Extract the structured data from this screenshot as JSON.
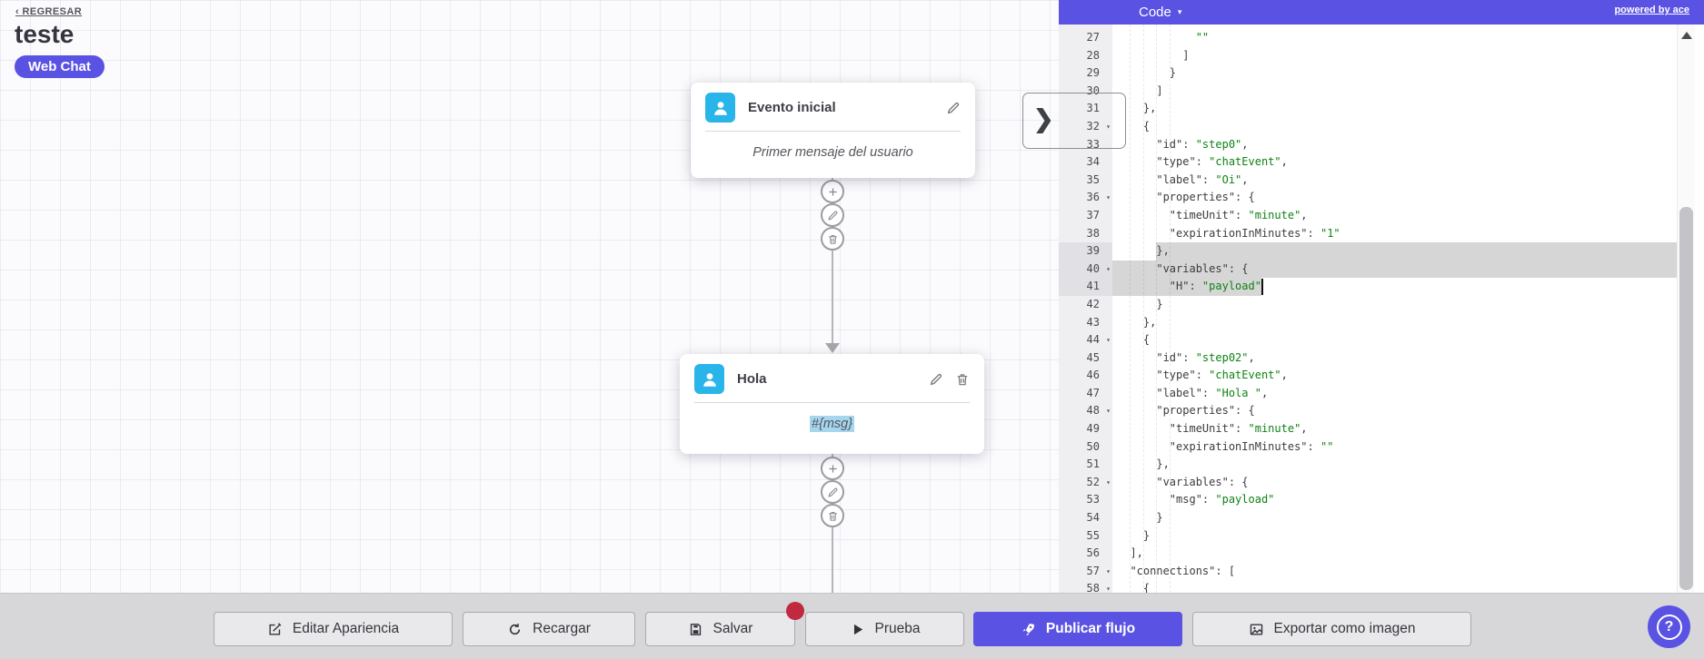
{
  "colors": {
    "accent": "#5a52e2",
    "node_icon_blue": "#29b5ea",
    "code_string_green": "#0f8214",
    "selection_gray": "#d6d6d6",
    "unsaved_dot_red": "#c12940",
    "msg_highlight_blue": "#a5d6ee"
  },
  "icons": {
    "collapse_chevron": "❯",
    "mode_caret": "▾",
    "fold_caret": "▾",
    "help_glyph": "?"
  },
  "page": {
    "back_link": "‹ REGRESAR",
    "flow_title": "teste",
    "channel_badge": "Web Chat"
  },
  "nodes": [
    {
      "title": "Evento inicial",
      "body": "Primer mensaje del usuario"
    },
    {
      "title": "Hola",
      "body": "#{msg}"
    }
  ],
  "code_panel": {
    "mode_label": "Code",
    "powered_by": "powered by ace",
    "lines": [
      {
        "n": 27,
        "fold": false,
        "hl": false,
        "parts": [
          [
            "t",
            "            "
          ],
          [
            "s",
            "\"\""
          ]
        ]
      },
      {
        "n": 28,
        "fold": false,
        "hl": false,
        "parts": [
          [
            "t",
            "          ]"
          ]
        ]
      },
      {
        "n": 29,
        "fold": false,
        "hl": false,
        "parts": [
          [
            "t",
            "        }"
          ]
        ]
      },
      {
        "n": 30,
        "fold": false,
        "hl": false,
        "parts": [
          [
            "t",
            "      ]"
          ]
        ]
      },
      {
        "n": 31,
        "fold": false,
        "hl": false,
        "parts": [
          [
            "t",
            "    },"
          ]
        ]
      },
      {
        "n": 32,
        "fold": true,
        "hl": false,
        "parts": [
          [
            "t",
            "    {"
          ]
        ]
      },
      {
        "n": 33,
        "fold": false,
        "hl": false,
        "parts": [
          [
            "t",
            "      \"id\": "
          ],
          [
            "s",
            "\"step0\""
          ],
          [
            "t",
            ","
          ]
        ]
      },
      {
        "n": 34,
        "fold": false,
        "hl": false,
        "parts": [
          [
            "t",
            "      \"type\": "
          ],
          [
            "s",
            "\"chatEvent\""
          ],
          [
            "t",
            ","
          ]
        ]
      },
      {
        "n": 35,
        "fold": false,
        "hl": false,
        "parts": [
          [
            "t",
            "      \"label\": "
          ],
          [
            "s",
            "\"Oi\""
          ],
          [
            "t",
            ","
          ]
        ]
      },
      {
        "n": 36,
        "fold": true,
        "hl": false,
        "parts": [
          [
            "t",
            "      \"properties\": {"
          ]
        ]
      },
      {
        "n": 37,
        "fold": false,
        "hl": false,
        "parts": [
          [
            "t",
            "        \"timeUnit\": "
          ],
          [
            "s",
            "\"minute\""
          ],
          [
            "t",
            ","
          ]
        ]
      },
      {
        "n": 38,
        "fold": false,
        "hl": false,
        "parts": [
          [
            "t",
            "        \"expirationInMinutes\": "
          ],
          [
            "s",
            "\"1\""
          ]
        ]
      },
      {
        "n": 39,
        "fold": false,
        "hl": true,
        "parts": [
          [
            "t",
            "      },"
          ]
        ]
      },
      {
        "n": 40,
        "fold": true,
        "hl": true,
        "parts": [
          [
            "t",
            "      \"variables\": {"
          ]
        ]
      },
      {
        "n": 41,
        "fold": false,
        "hl": true,
        "parts": [
          [
            "t",
            "        \"H\": "
          ],
          [
            "s",
            "\"payload\""
          ]
        ]
      },
      {
        "n": 42,
        "fold": false,
        "hl": false,
        "parts": [
          [
            "t",
            "      }"
          ]
        ]
      },
      {
        "n": 43,
        "fold": false,
        "hl": false,
        "parts": [
          [
            "t",
            "    },"
          ]
        ]
      },
      {
        "n": 44,
        "fold": true,
        "hl": false,
        "parts": [
          [
            "t",
            "    {"
          ]
        ]
      },
      {
        "n": 45,
        "fold": false,
        "hl": false,
        "parts": [
          [
            "t",
            "      \"id\": "
          ],
          [
            "s",
            "\"step02\""
          ],
          [
            "t",
            ","
          ]
        ]
      },
      {
        "n": 46,
        "fold": false,
        "hl": false,
        "parts": [
          [
            "t",
            "      \"type\": "
          ],
          [
            "s",
            "\"chatEvent\""
          ],
          [
            "t",
            ","
          ]
        ]
      },
      {
        "n": 47,
        "fold": false,
        "hl": false,
        "parts": [
          [
            "t",
            "      \"label\": "
          ],
          [
            "s",
            "\"Hola \""
          ],
          [
            "t",
            ","
          ]
        ]
      },
      {
        "n": 48,
        "fold": true,
        "hl": false,
        "parts": [
          [
            "t",
            "      \"properties\": {"
          ]
        ]
      },
      {
        "n": 49,
        "fold": false,
        "hl": false,
        "parts": [
          [
            "t",
            "        \"timeUnit\": "
          ],
          [
            "s",
            "\"minute\""
          ],
          [
            "t",
            ","
          ]
        ]
      },
      {
        "n": 50,
        "fold": false,
        "hl": false,
        "parts": [
          [
            "t",
            "        \"expirationInMinutes\": "
          ],
          [
            "s",
            "\"\""
          ]
        ]
      },
      {
        "n": 51,
        "fold": false,
        "hl": false,
        "parts": [
          [
            "t",
            "      },"
          ]
        ]
      },
      {
        "n": 52,
        "fold": true,
        "hl": false,
        "parts": [
          [
            "t",
            "      \"variables\": {"
          ]
        ]
      },
      {
        "n": 53,
        "fold": false,
        "hl": false,
        "parts": [
          [
            "t",
            "        \"msg\": "
          ],
          [
            "s",
            "\"payload\""
          ]
        ]
      },
      {
        "n": 54,
        "fold": false,
        "hl": false,
        "parts": [
          [
            "t",
            "      }"
          ]
        ]
      },
      {
        "n": 55,
        "fold": false,
        "hl": false,
        "parts": [
          [
            "t",
            "    }"
          ]
        ]
      },
      {
        "n": 56,
        "fold": false,
        "hl": false,
        "parts": [
          [
            "t",
            "  ],"
          ]
        ]
      },
      {
        "n": 57,
        "fold": true,
        "hl": false,
        "parts": [
          [
            "t",
            "  \"connections\": ["
          ]
        ]
      },
      {
        "n": 58,
        "fold": true,
        "hl": false,
        "parts": [
          [
            "t",
            "    {"
          ]
        ]
      }
    ]
  },
  "toolbar": {
    "buttons": [
      {
        "label": "Editar Apariencia"
      },
      {
        "label": "Recargar"
      },
      {
        "label": "Salvar"
      },
      {
        "label": "Prueba"
      },
      {
        "label": "Publicar flujo"
      },
      {
        "label": "Exportar como imagen"
      }
    ]
  }
}
